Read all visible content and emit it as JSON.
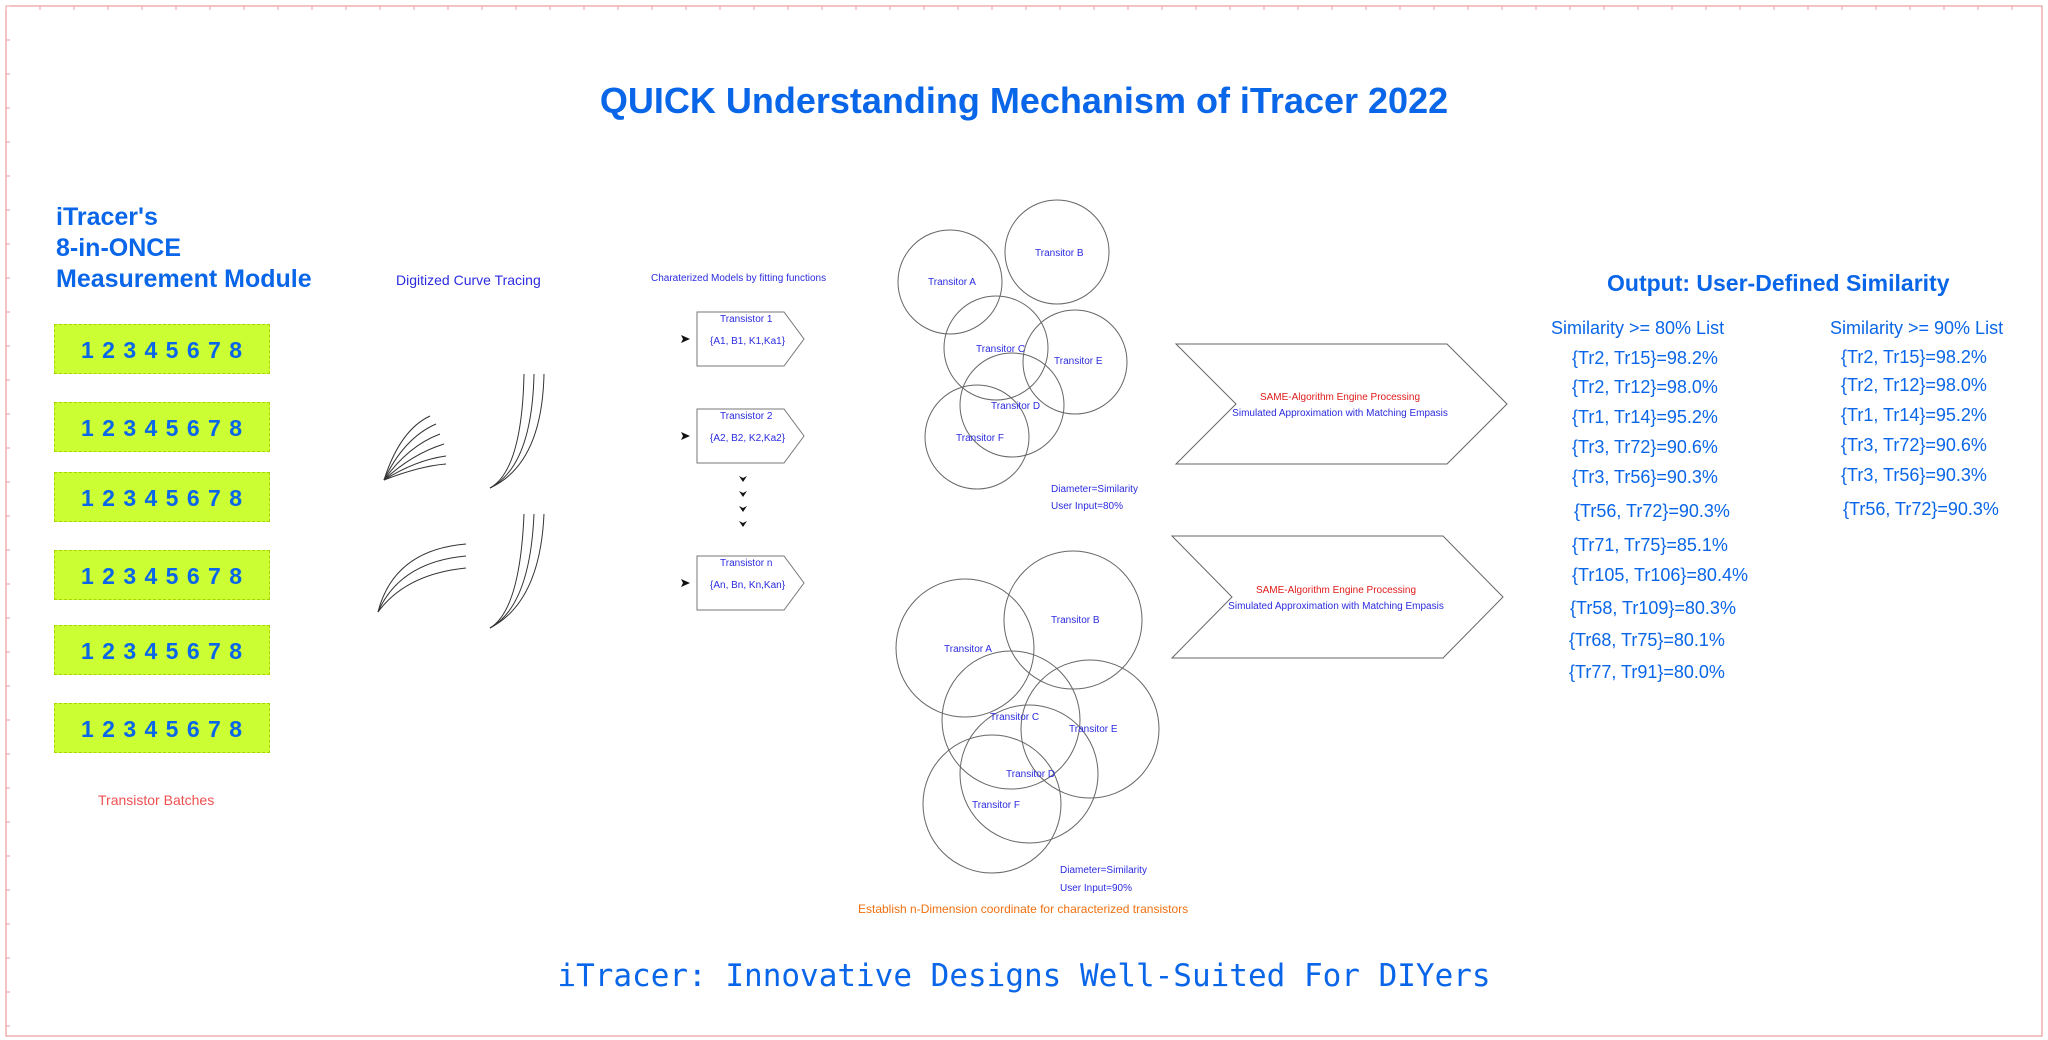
{
  "title": "QUICK Understanding Mechanism of iTracer 2022",
  "module": {
    "lines": [
      "iTracer's",
      "8-in-ONCE",
      "Measurement Module"
    ],
    "batches": [
      "1 2 3 4 5 6 7 8",
      "1 2 3 4 5 6 7 8",
      "1 2 3 4 5 6 7 8",
      "1 2 3 4 5 6 7 8",
      "1 2 3 4 5 6 7 8",
      "1 2 3 4 5 6 7 8"
    ],
    "caption": "Transistor Batches"
  },
  "curve_tracing": {
    "label": "Digitized Curve Tracing"
  },
  "models": {
    "label": "Charaterized Models by fitting functions",
    "items": [
      {
        "name": "Transistor 1",
        "params": "{A1, B1, K1,Ka1}"
      },
      {
        "name": "Transistor 2",
        "params": "{A2, B2, K2,Ka2}"
      },
      {
        "name": "Transistor n",
        "params": "{An, Bn, Kn,Kan}"
      }
    ]
  },
  "clusters": [
    {
      "labels": [
        "Transitor A",
        "Transitor B",
        "Transitor C",
        "Transitor E",
        "Transitor D",
        "Transitor F"
      ],
      "note1": "Diameter=Similarity",
      "note2": "User Input=80%"
    },
    {
      "labels": [
        "Transitor A",
        "Transitor B",
        "Transitor C",
        "Transitor E",
        "Transitor D",
        "Transitor F"
      ],
      "note1": "Diameter=Similarity",
      "note2": "User Input=90%"
    }
  ],
  "engines": [
    {
      "title": "SAME-Algorithm Engine Processing",
      "subtitle": "Simulated Approximation with Matching Empasis"
    },
    {
      "title": "SAME-Algorithm Engine Processing",
      "subtitle": "Simulated Approximation with Matching Empasis"
    }
  ],
  "coordinate_note": "Establish n-Dimension coordinate for characterized transistors",
  "output": {
    "title": "Output: User-Defined Similarity",
    "list80": {
      "heading": "Similarity >= 80% List",
      "items": [
        "{Tr2, Tr15}=98.2%",
        "{Tr2, Tr12}=98.0%",
        "{Tr1, Tr14}=95.2%",
        "{Tr3, Tr72}=90.6%",
        "{Tr3, Tr56}=90.3%",
        "{Tr56, Tr72}=90.3%",
        "{Tr71, Tr75}=85.1%",
        "{Tr105, Tr106}=80.4%",
        "{Tr58, Tr109}=80.3%",
        "{Tr68, Tr75}=80.1%",
        "{Tr77, Tr91}=80.0%"
      ]
    },
    "list90": {
      "heading": "Similarity >= 90% List",
      "items": [
        "{Tr2, Tr15}=98.2%",
        "{Tr2, Tr12}=98.0%",
        "{Tr1, Tr14}=95.2%",
        "{Tr3, Tr72}=90.6%",
        "{Tr3, Tr56}=90.3%",
        "{Tr56, Tr72}=90.3%"
      ]
    }
  },
  "footer": "iTracer: Innovative Designs Well-Suited For DIYers",
  "colors": {
    "accent": "#0a66e8",
    "batch_bg": "#ccff33",
    "caption_red": "#f05050",
    "engine_red": "#e01b1b",
    "note_orange": "#f07010",
    "label_blue": "#2b2be0"
  }
}
